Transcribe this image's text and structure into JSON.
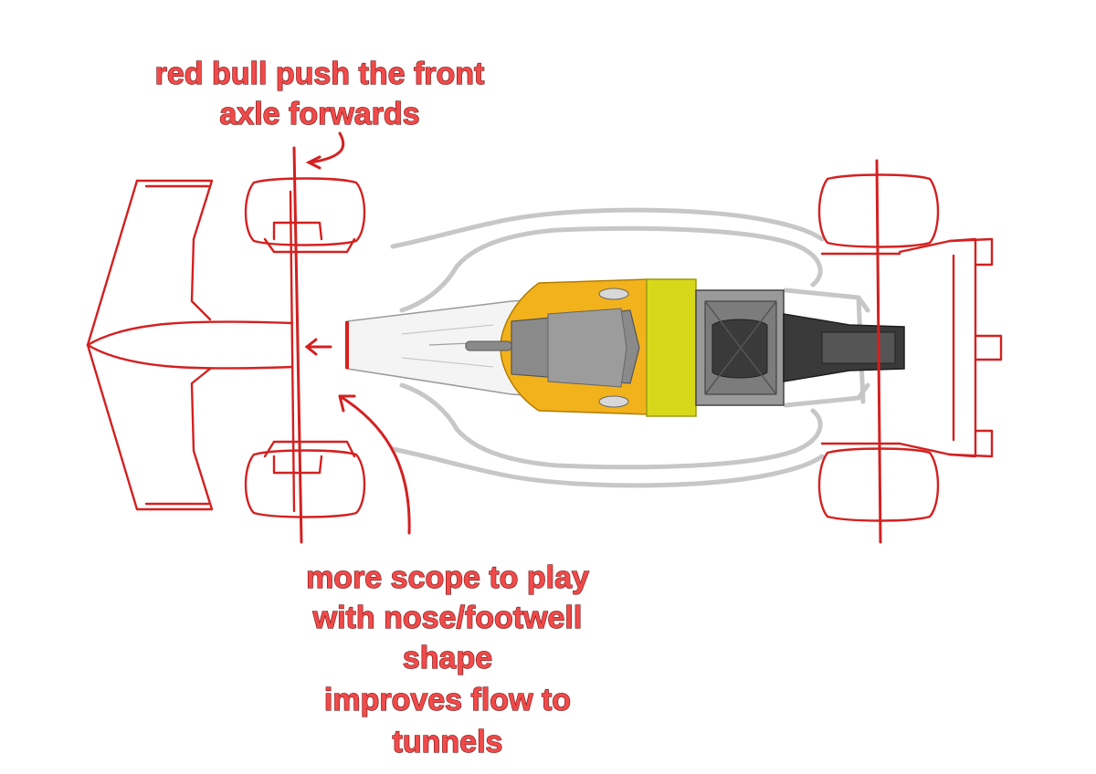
{
  "annotations": {
    "top": {
      "line1": "red bull push the front",
      "line2": "axle forwards"
    },
    "bottom": {
      "line1": "more scope to play",
      "line2": "with nose/footwell",
      "line3": "shape",
      "line4": "improves flow to",
      "line5": "tunnels"
    }
  },
  "colors": {
    "sketch_red": "#d42020",
    "annotation_text": "#f04a4a",
    "sidepod_outline_grey": "#c7c7c7",
    "monocoque_white": "#f2f2f2",
    "survival_cell_orange": "#f2b21c",
    "fuel_cell_yellow": "#d8d81a",
    "cockpit_grey": "#8a8a8a",
    "engine_dark": "#3a3a3a"
  }
}
